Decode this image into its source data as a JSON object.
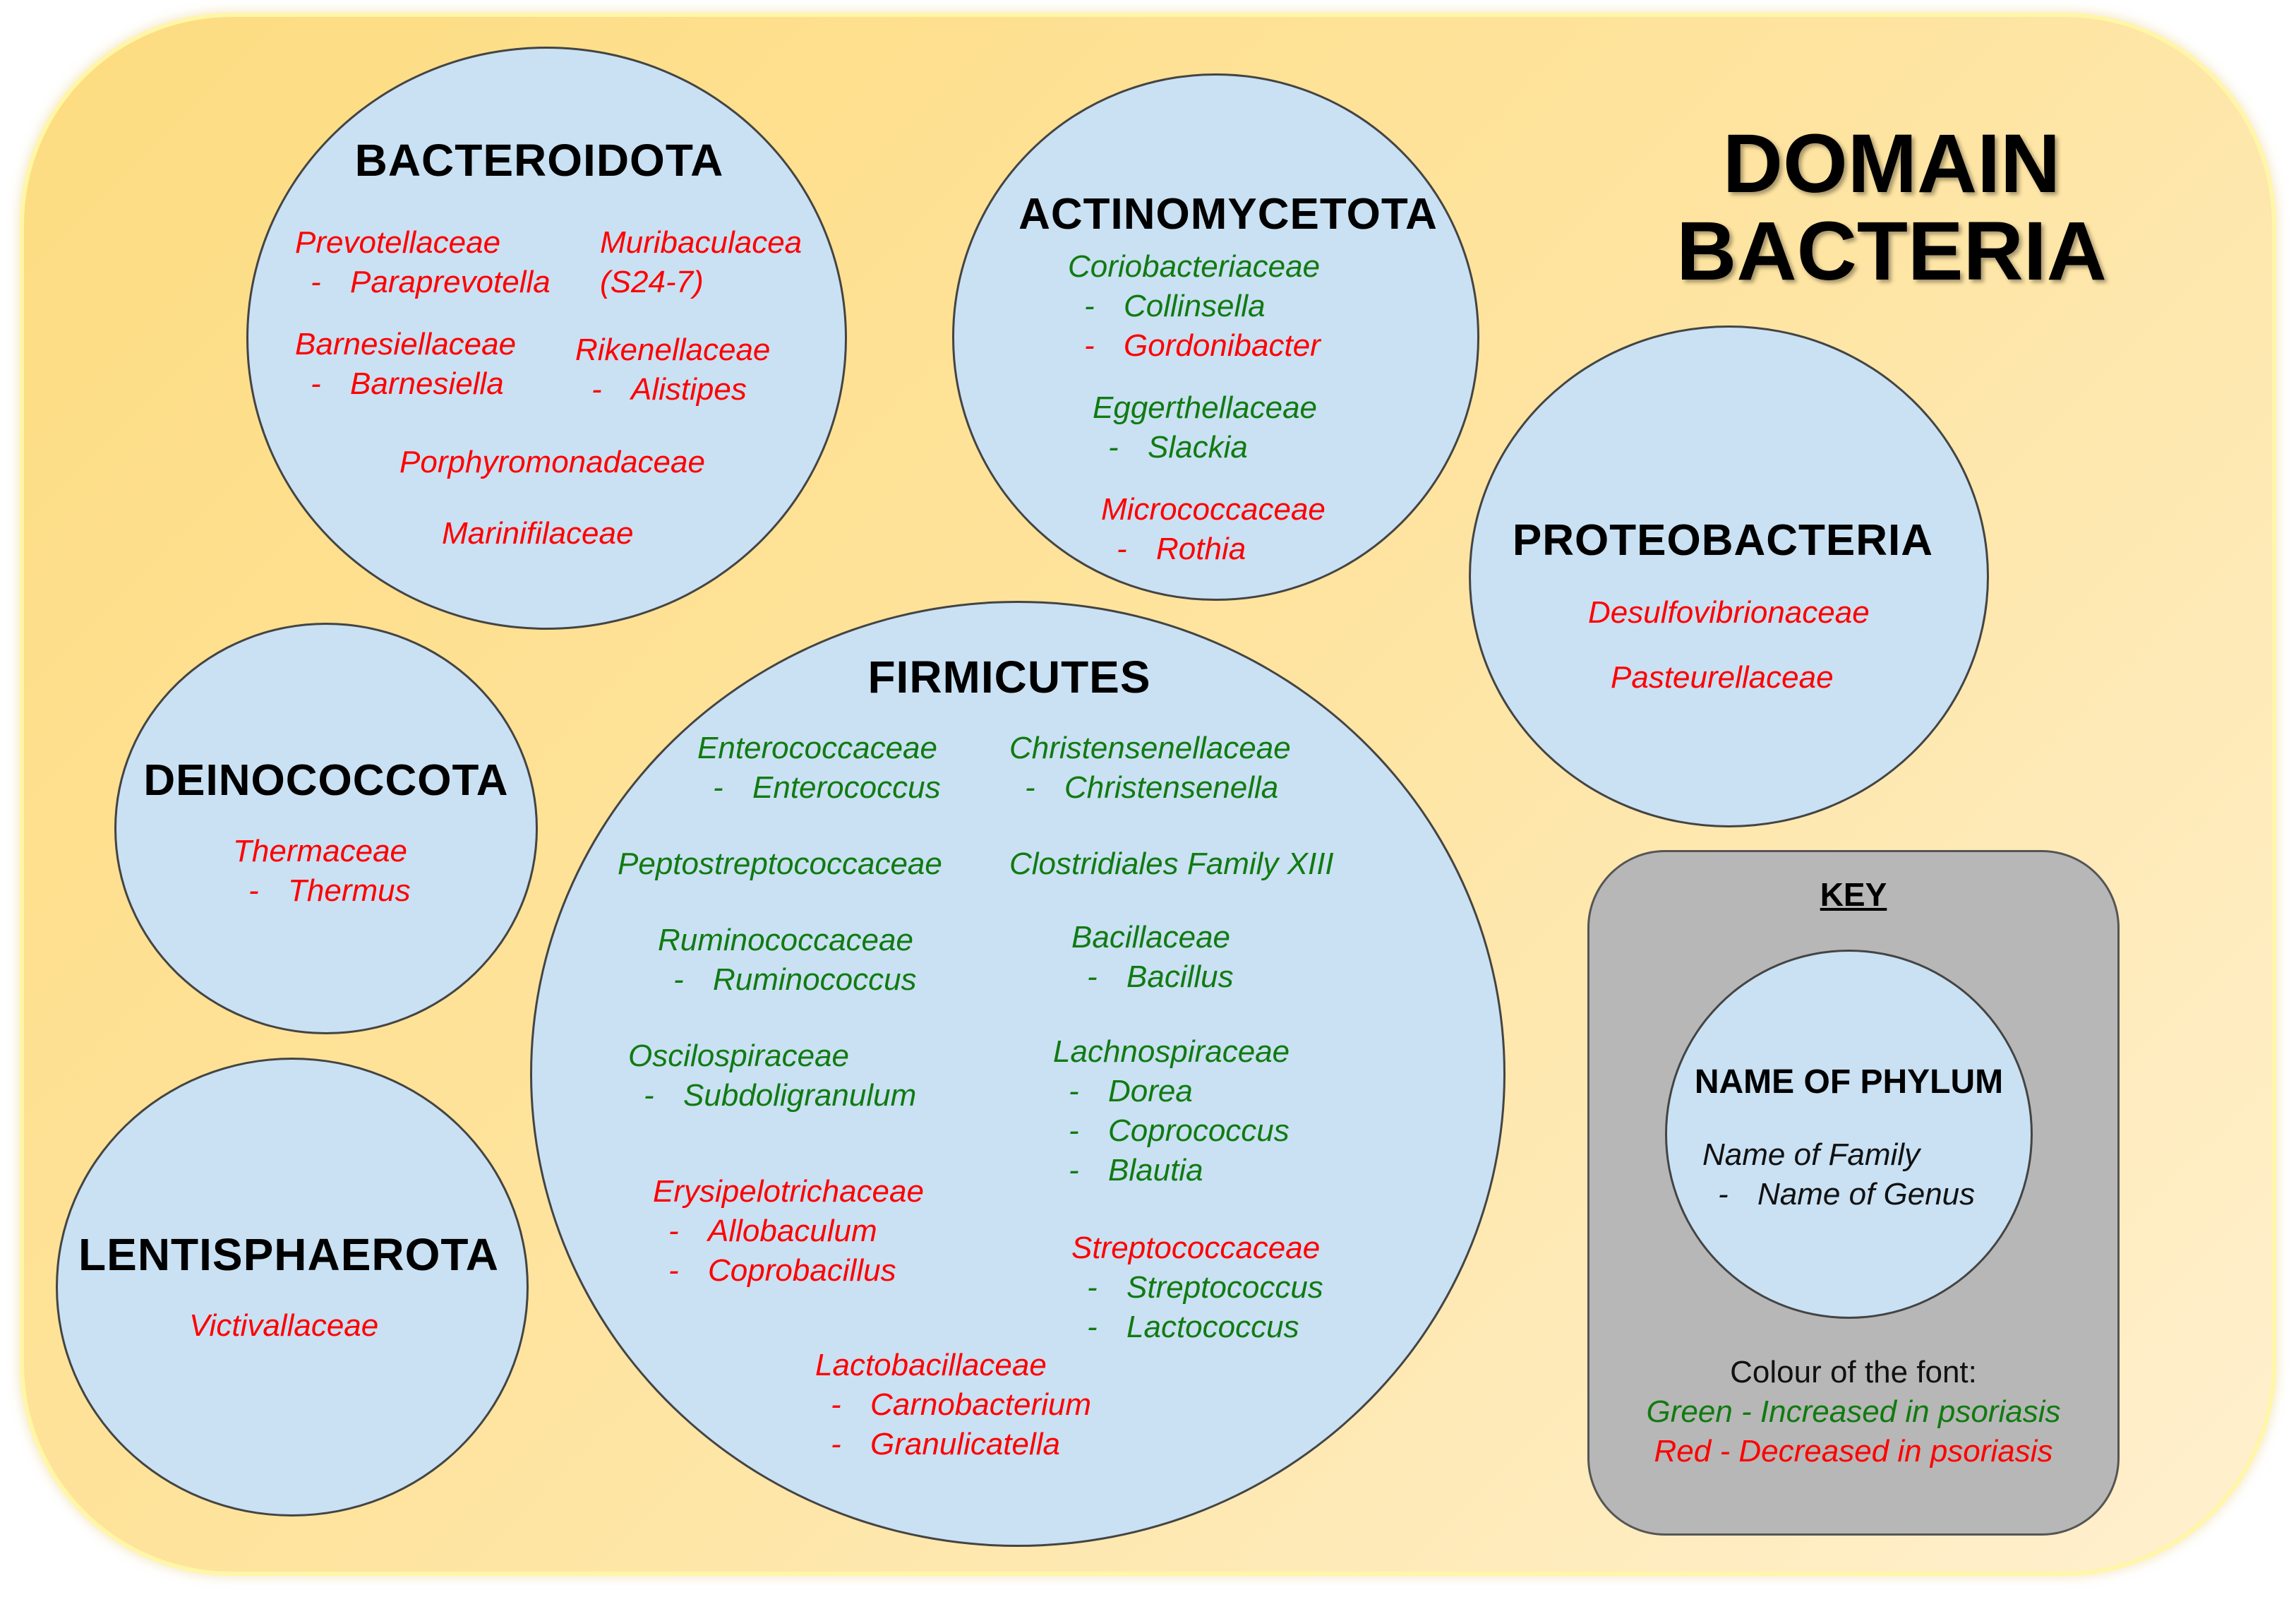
{
  "title": [
    "DOMAIN",
    "BACTERIA"
  ],
  "colors": {
    "increased": "#117a11",
    "decreased": "#ff0000",
    "circle_fill": "#c9e1f3",
    "background": "#fddc80",
    "key_fill": "#b7b7b7"
  },
  "phyla": {
    "bacteroidota": {
      "name": "BACTEROIDOTA",
      "families": [
        {
          "name": "Prevotellaceae",
          "status": "decreased",
          "genera": [
            {
              "name": "Paraprevotella",
              "status": "decreased"
            }
          ]
        },
        {
          "name": "Muribaculacea",
          "extra": "(S24-7)",
          "status": "decreased",
          "genera": []
        },
        {
          "name": "Barnesiellaceae",
          "status": "decreased",
          "genera": [
            {
              "name": "Barnesiella",
              "status": "decreased"
            }
          ]
        },
        {
          "name": "Rikenellaceae",
          "status": "decreased",
          "genera": [
            {
              "name": "Alistipes",
              "status": "decreased"
            }
          ]
        },
        {
          "name": "Porphyromonadaceae",
          "status": "decreased",
          "genera": []
        },
        {
          "name": "Marinifilaceae",
          "status": "decreased",
          "genera": []
        }
      ]
    },
    "actinomycetota": {
      "name": "ACTINOMYCETOTA",
      "families": [
        {
          "name": "Coriobacteriaceae",
          "status": "increased",
          "genera": [
            {
              "name": "Collinsella",
              "status": "increased"
            },
            {
              "name": "Gordonibacter",
              "status": "decreased"
            }
          ]
        },
        {
          "name": "Eggerthellaceae",
          "status": "increased",
          "genera": [
            {
              "name": "Slackia",
              "status": "increased"
            }
          ]
        },
        {
          "name": "Micrococcaceae",
          "status": "decreased",
          "genera": [
            {
              "name": "Rothia",
              "status": "decreased"
            }
          ]
        }
      ]
    },
    "proteobacteria": {
      "name": "PROTEOBACTERIA",
      "families": [
        {
          "name": "Desulfovibrionaceae",
          "status": "decreased",
          "genera": []
        },
        {
          "name": "Pasteurellaceae",
          "status": "decreased",
          "genera": []
        }
      ]
    },
    "deinococcota": {
      "name": "DEINOCOCCOTA",
      "families": [
        {
          "name": "Thermaceae",
          "status": "decreased",
          "genera": [
            {
              "name": "Thermus",
              "status": "decreased"
            }
          ]
        }
      ]
    },
    "lentisphaerota": {
      "name": "LENTISPHAEROTA",
      "families": [
        {
          "name": "Victivallaceae",
          "status": "decreased",
          "genera": []
        }
      ]
    },
    "firmicutes": {
      "name": "FIRMICUTES",
      "families": [
        {
          "name": "Enterococcaceae",
          "status": "increased",
          "genera": [
            {
              "name": "Enterococcus",
              "status": "increased"
            }
          ]
        },
        {
          "name": "Christensenellaceae",
          "status": "increased",
          "genera": [
            {
              "name": "Christensenella",
              "status": "increased"
            }
          ]
        },
        {
          "name": "Peptostreptococcaceae",
          "status": "increased",
          "genera": []
        },
        {
          "name": "Clostridiales Family XIII",
          "status": "increased",
          "genera": []
        },
        {
          "name": "Ruminococcaceae",
          "status": "increased",
          "genera": [
            {
              "name": "Ruminococcus",
              "status": "increased"
            }
          ]
        },
        {
          "name": "Bacillaceae",
          "status": "increased",
          "genera": [
            {
              "name": "Bacillus",
              "status": "increased"
            }
          ]
        },
        {
          "name": "Oscilospiraceae",
          "status": "increased",
          "genera": [
            {
              "name": "Subdoligranulum",
              "status": "increased"
            }
          ]
        },
        {
          "name": "Lachnospiraceae",
          "status": "increased",
          "genera": [
            {
              "name": "Dorea",
              "status": "increased"
            },
            {
              "name": "Coprococcus",
              "status": "increased"
            },
            {
              "name": "Blautia",
              "status": "increased"
            }
          ]
        },
        {
          "name": "Erysipelotrichaceae",
          "status": "decreased",
          "genera": [
            {
              "name": "Allobaculum",
              "status": "decreased"
            },
            {
              "name": "Coprobacillus",
              "status": "decreased"
            }
          ]
        },
        {
          "name": "Streptococcaceae",
          "status": "decreased",
          "genera": [
            {
              "name": "Streptococcus",
              "status": "increased"
            },
            {
              "name": "Lactococcus",
              "status": "increased"
            }
          ]
        },
        {
          "name": "Lactobacillaceae",
          "status": "decreased",
          "genera": [
            {
              "name": "Carnobacterium",
              "status": "decreased"
            },
            {
              "name": "Granulicatella",
              "status": "decreased"
            }
          ]
        }
      ]
    }
  },
  "key": {
    "title": "KEY",
    "phylum_label": "NAME OF PHYLUM",
    "family_label": "Name of Family",
    "genus_label": "Name of Genus",
    "colour_heading": "Colour of the font:",
    "green_label": "Green - Increased in psoriasis",
    "red_label": "Red - Decreased in psoriasis"
  },
  "dash": "-"
}
